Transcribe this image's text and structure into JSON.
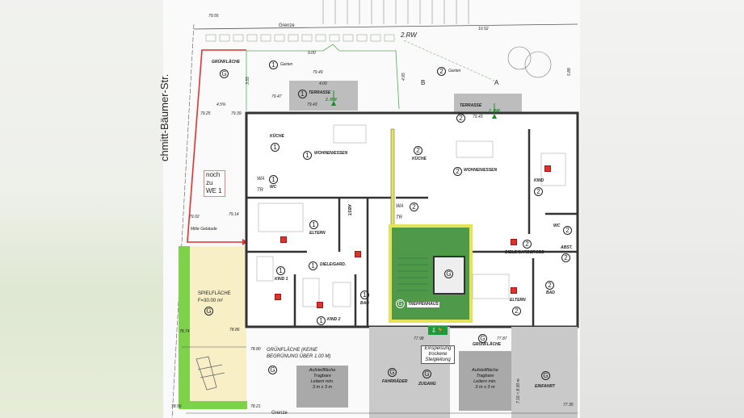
{
  "street": "chmitt-Bäumer-Str.",
  "note": {
    "line1": "noch",
    "line2": "zu",
    "line3": "WE 1"
  },
  "rooms": {
    "gruenflaeche_nw": "GRÜNFLÄCHE",
    "garten1": "Garten",
    "terrasse1": "TERRASSE",
    "kueche1": "KÜCHE",
    "wohnen1": "WOHNEN/ESSEN",
    "wc1": "WC",
    "wa": "WA",
    "tr": "TR",
    "eltern1": "ELTERN",
    "diele1": "DIELE/GARD.",
    "kind1": "KIND 1",
    "bad1": "BAD",
    "kind2_1": "KIND 2",
    "abst1": "ABST.",
    "garten2": "Garten",
    "terrasse2": "TERRASSE",
    "kueche2": "KÜCHE",
    "wohnen2": "WOHNEN/ESSEN",
    "kind_2": "KIND",
    "wc2": "WC",
    "diele2": "DIELE/GARDEROBE",
    "abst2": "ABST.",
    "eltern2": "ELTERN",
    "bad2": "BAD",
    "treppenhaus": "TREPPENHAUS",
    "spielflaeche": "SPIELFLÄCHE",
    "spielflaeche_area": "F=30.00 m²",
    "mitte": "Mitte Gebäude",
    "gruen_keine_1": "GRÜNFLÄCHE (KEINE",
    "gruen_keine_2": "BEGRÜNUNG ÜBER 1.00 M)",
    "gruen_s": "GRÜNFLÄCHE",
    "fahrraeder": "FAHRRÄDER",
    "zugang": "ZUGANG",
    "einfahrt": "EINFAHRT"
  },
  "unit_numbers": {
    "one": "1",
    "two": "2",
    "g": "G"
  },
  "aufstell": {
    "l1": "Aufstellfläche",
    "l2": "Tragbare",
    "l3": "Leitern min.",
    "l4": "3 m x 3 m"
  },
  "einspeisung": {
    "l1": "Einspeisung",
    "l2": "trockene",
    "l3": "Steigleitung"
  },
  "markers": {
    "rw": "2.RW",
    "rw2": "2. RW",
    "a": "A",
    "b": "B",
    "grenze": "Grenze"
  },
  "levels": {
    "l7955": "79.55",
    "l7949": "79.49",
    "l7947": "79.47",
    "l7943": "79.43",
    "l7943b": "79.43",
    "l7925": "79.25",
    "l7939": "79.39",
    "l7902": "79.02",
    "l7914": "79.14",
    "l7874": "78.74",
    "l7886": "78.86",
    "l7880": "78.80",
    "l7856": "78.56",
    "l7821": "78.21",
    "l7798": "77.98",
    "l7787": "77.87",
    "l7735": "77.35"
  },
  "dims": {
    "d900": "9.00",
    "d1052": "10.52",
    "d355": "3.55",
    "d495": "4.95",
    "d588": "5.88",
    "d716": "7.16 < 8.00 m",
    "d400": "4.00",
    "d4pct": "4.5%"
  }
}
